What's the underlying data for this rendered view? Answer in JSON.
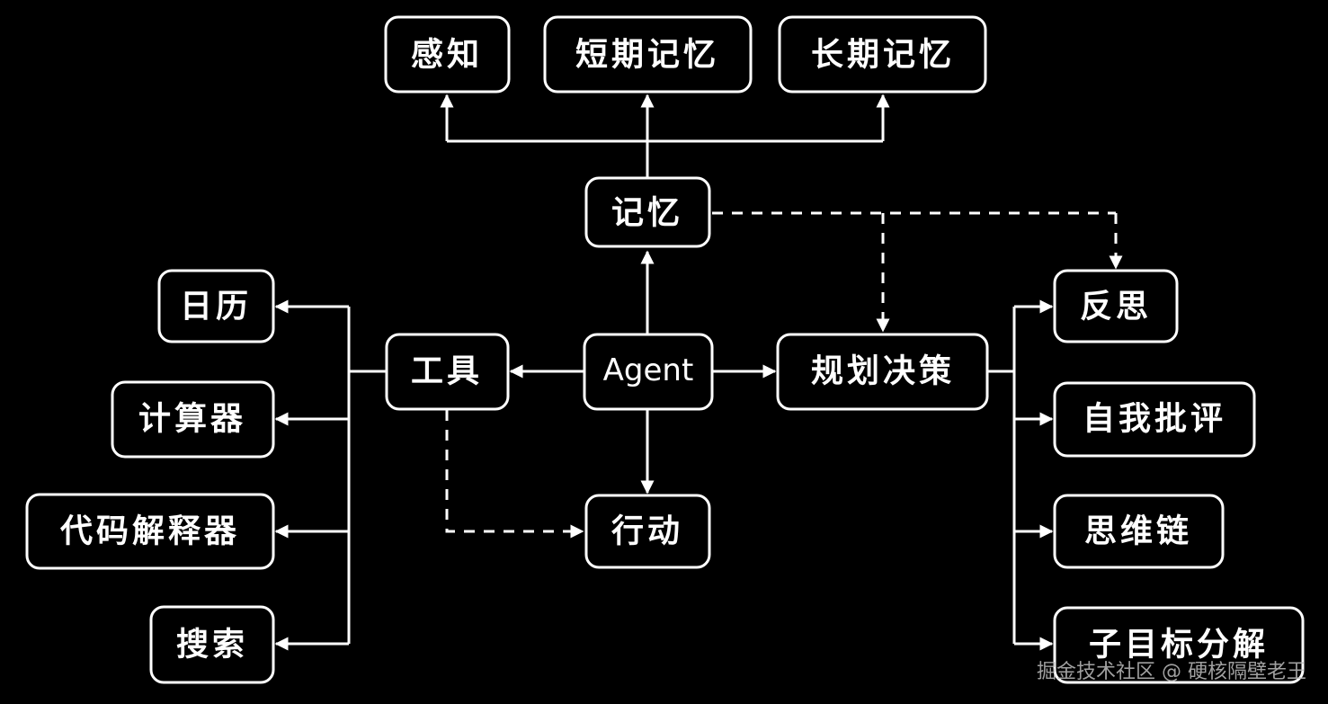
{
  "nodes": {
    "perception": "感知",
    "short_term_memory": "短期记忆",
    "long_term_memory": "长期记忆",
    "memory": "记忆",
    "calendar": "日历",
    "calculator": "计算器",
    "code_interpreter": "代码解释器",
    "search": "搜索",
    "tools": "工具",
    "agent": "Agent",
    "planning": "规划决策",
    "action": "行动",
    "reflection": "反思",
    "self_critique": "自我批评",
    "chain_of_thought": "思维链",
    "subgoal_decomposition": "子目标分解"
  },
  "edges": [
    {
      "from": "agent",
      "to": "memory",
      "style": "solid"
    },
    {
      "from": "memory",
      "to": "perception",
      "style": "solid"
    },
    {
      "from": "memory",
      "to": "short_term_memory",
      "style": "solid"
    },
    {
      "from": "memory",
      "to": "long_term_memory",
      "style": "solid"
    },
    {
      "from": "agent",
      "to": "tools",
      "style": "solid"
    },
    {
      "from": "agent",
      "to": "planning",
      "style": "solid"
    },
    {
      "from": "agent",
      "to": "action",
      "style": "solid"
    },
    {
      "from": "tools",
      "to": "calendar",
      "style": "solid"
    },
    {
      "from": "tools",
      "to": "calculator",
      "style": "solid"
    },
    {
      "from": "tools",
      "to": "code_interpreter",
      "style": "solid"
    },
    {
      "from": "tools",
      "to": "search",
      "style": "solid"
    },
    {
      "from": "tools",
      "to": "action",
      "style": "dashed"
    },
    {
      "from": "planning",
      "to": "reflection",
      "style": "solid"
    },
    {
      "from": "planning",
      "to": "self_critique",
      "style": "solid"
    },
    {
      "from": "planning",
      "to": "chain_of_thought",
      "style": "solid"
    },
    {
      "from": "planning",
      "to": "subgoal_decomposition",
      "style": "solid"
    },
    {
      "from": "memory",
      "to": "planning",
      "style": "dashed"
    },
    {
      "from": "memory",
      "to": "reflection",
      "style": "dashed"
    }
  ],
  "watermark": "掘金技术社区 @ 硬核隔壁老王",
  "colors": {
    "background": "#000000",
    "foreground": "#ffffff"
  }
}
